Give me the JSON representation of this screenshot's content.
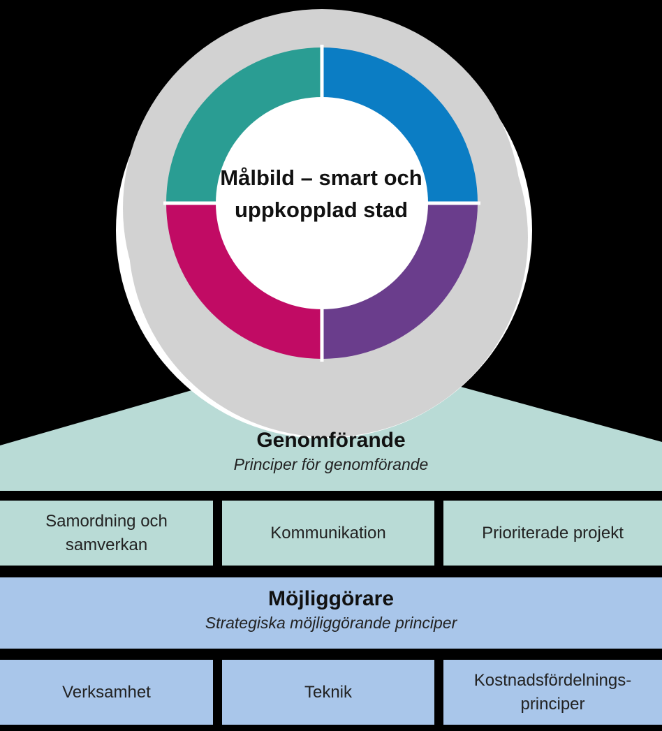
{
  "target": {
    "title": "Målbild – smart och uppkopplad stad",
    "segment_colors": {
      "top_left": "#2a9d93",
      "top_right": "#0b7dc4",
      "bottom_right": "#6a3d8c",
      "bottom_left": "#c10b64"
    },
    "ring_color": "#d2d2d2"
  },
  "genomforande": {
    "title": "Genomförande",
    "subtitle": "Principer för genomförande",
    "color": "#b9dbd6",
    "boxes": [
      {
        "label": "Samordning och samverkan"
      },
      {
        "label": "Kommunikation"
      },
      {
        "label": "Prioriterade projekt"
      }
    ]
  },
  "mojliggorare": {
    "title": "Möjliggörare",
    "subtitle": "Strategiska möjliggörande principer",
    "color": "#a9c6ea",
    "boxes": [
      {
        "label": "Verksamhet"
      },
      {
        "label": "Teknik"
      },
      {
        "label": "Kostnadsfördelnings-principer"
      }
    ]
  }
}
